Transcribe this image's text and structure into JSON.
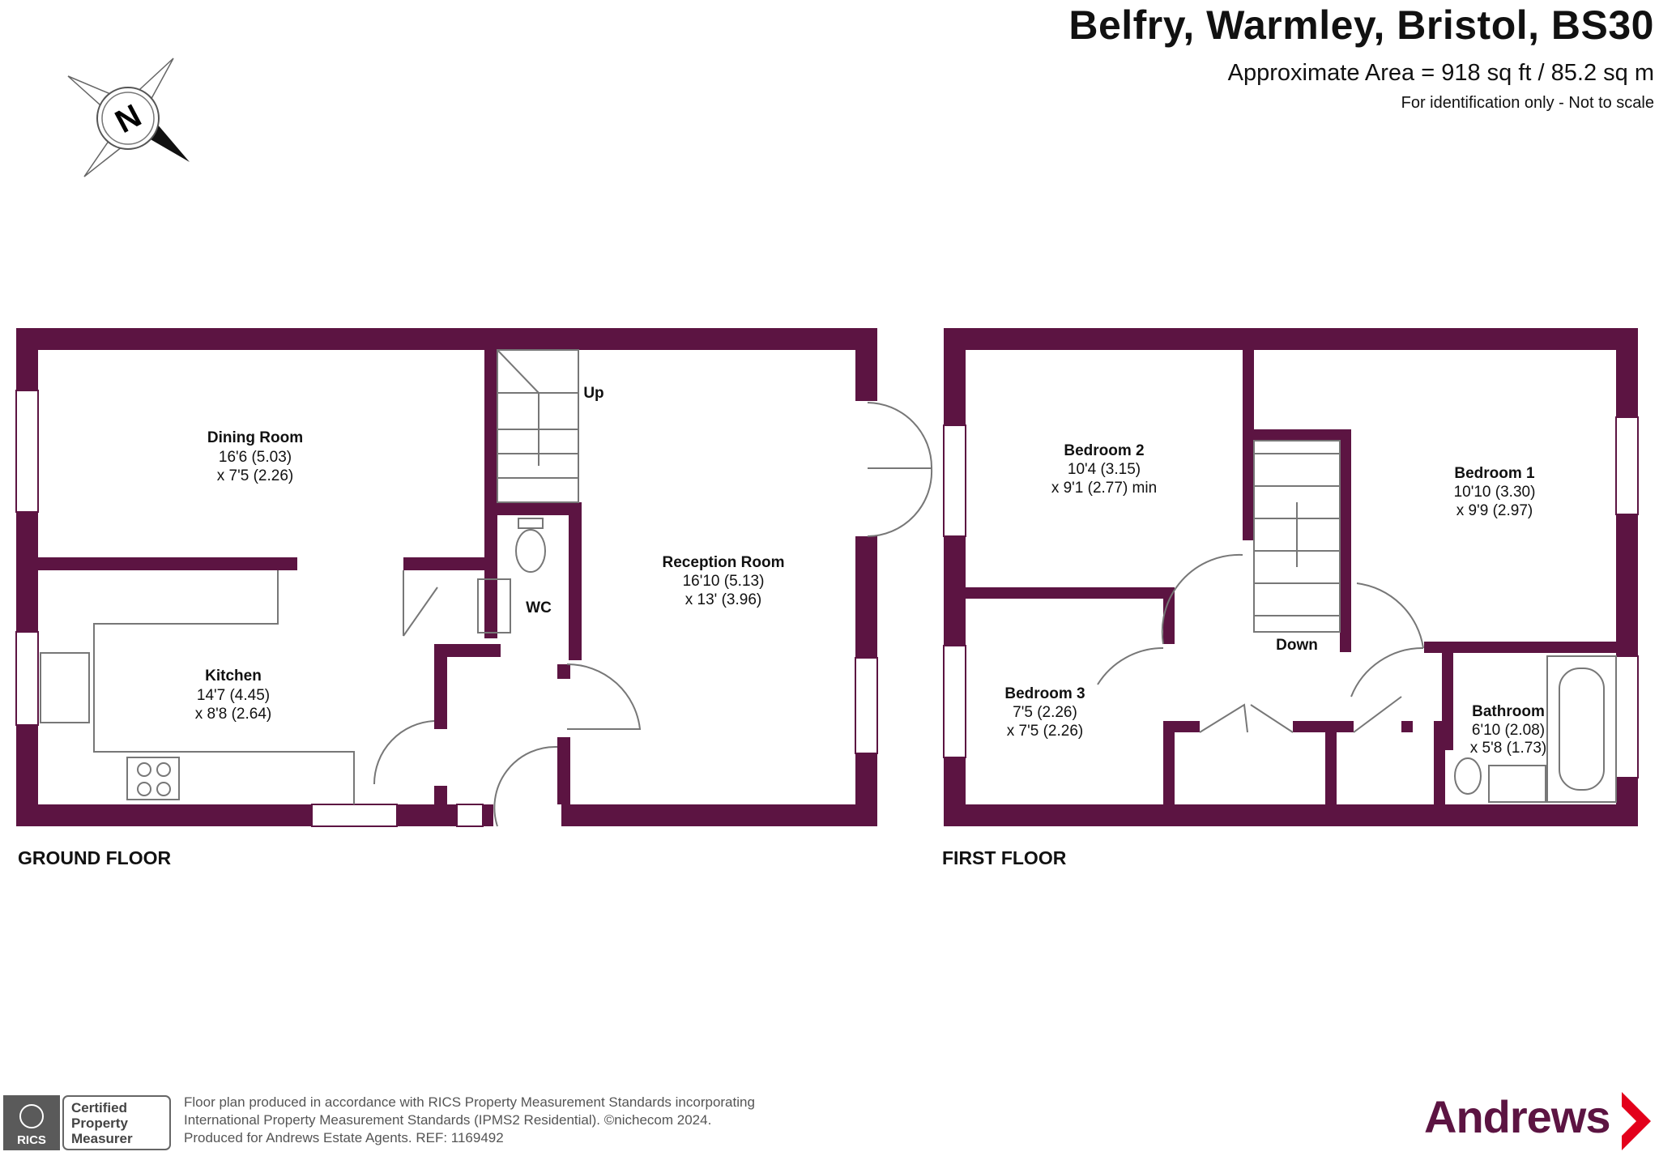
{
  "header": {
    "title": "Belfry, Warmley, Bristol, BS30",
    "area": "Approximate Area = 918 sq ft / 85.2 sq m",
    "note": "For identification only - Not to scale"
  },
  "compass": {
    "letter": "N"
  },
  "colors": {
    "wall": "#5c1442",
    "brand": "#5c1442",
    "arrow": "#e3001b"
  },
  "ground_floor": {
    "label": "GROUND FLOOR",
    "rooms": {
      "dining": {
        "name": "Dining Room",
        "dim1": "16'6 (5.03)",
        "dim2": "x 7'5 (2.26)"
      },
      "kitchen": {
        "name": "Kitchen",
        "dim1": "14'7 (4.45)",
        "dim2": "x 8'8 (2.64)"
      },
      "reception": {
        "name": "Reception Room",
        "dim1": "16'10 (5.13)",
        "dim2": "x 13' (3.96)"
      },
      "wc": {
        "name": "WC"
      },
      "stairs": {
        "name": "Up"
      }
    }
  },
  "first_floor": {
    "label": "FIRST FLOOR",
    "rooms": {
      "bed2": {
        "name": "Bedroom 2",
        "dim1": "10'4 (3.15)",
        "dim2": "x 9'1 (2.77) min"
      },
      "bed1": {
        "name": "Bedroom 1",
        "dim1": "10'10 (3.30)",
        "dim2": "x 9'9 (2.97)"
      },
      "bed3": {
        "name": "Bedroom 3",
        "dim1": "7'5 (2.26)",
        "dim2": "x 7'5 (2.26)"
      },
      "bath": {
        "name": "Bathroom",
        "dim1": "6'10 (2.08)",
        "dim2": "x 5'8 (1.73)"
      },
      "stairs": {
        "name": "Down"
      }
    }
  },
  "footer": {
    "line1": "Floor plan produced in accordance with RICS Property Measurement Standards incorporating",
    "line2": "International Property Measurement Standards (IPMS2 Residential).  ©nichecom 2024.",
    "line3": "Produced for Andrews Estate Agents.   REF:  1169492",
    "badge_org": "RICS",
    "badge_text1": "Certified",
    "badge_text2": "Property",
    "badge_text3": "Measurer",
    "brand": "Andrews"
  }
}
